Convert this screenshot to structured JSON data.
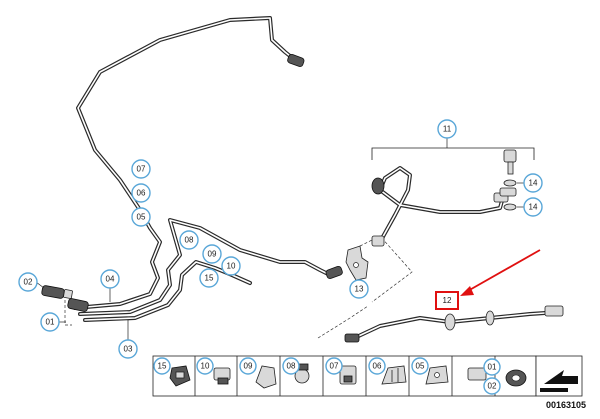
{
  "callouts": {
    "c01": "01",
    "c02": "02",
    "c03": "03",
    "c04": "04",
    "c05": "05",
    "c06": "06",
    "c07": "07",
    "c08": "08",
    "c09": "09",
    "c10": "10",
    "c11": "11",
    "c12": "12",
    "c13": "13",
    "c14a": "14",
    "c14b": "14",
    "c15": "15"
  },
  "strip": {
    "s15": "15",
    "s10": "10",
    "s09": "09",
    "s08": "08",
    "s07": "07",
    "s06": "06",
    "s05": "05",
    "s01": "01",
    "s02": "02"
  },
  "document_number": "00163105",
  "colors": {
    "callout_ring": "#5aa7d8",
    "highlight_box": "#e01010",
    "arrow": "#e01010"
  },
  "icons": {
    "nav_arrow": "arrow-right-icon"
  }
}
